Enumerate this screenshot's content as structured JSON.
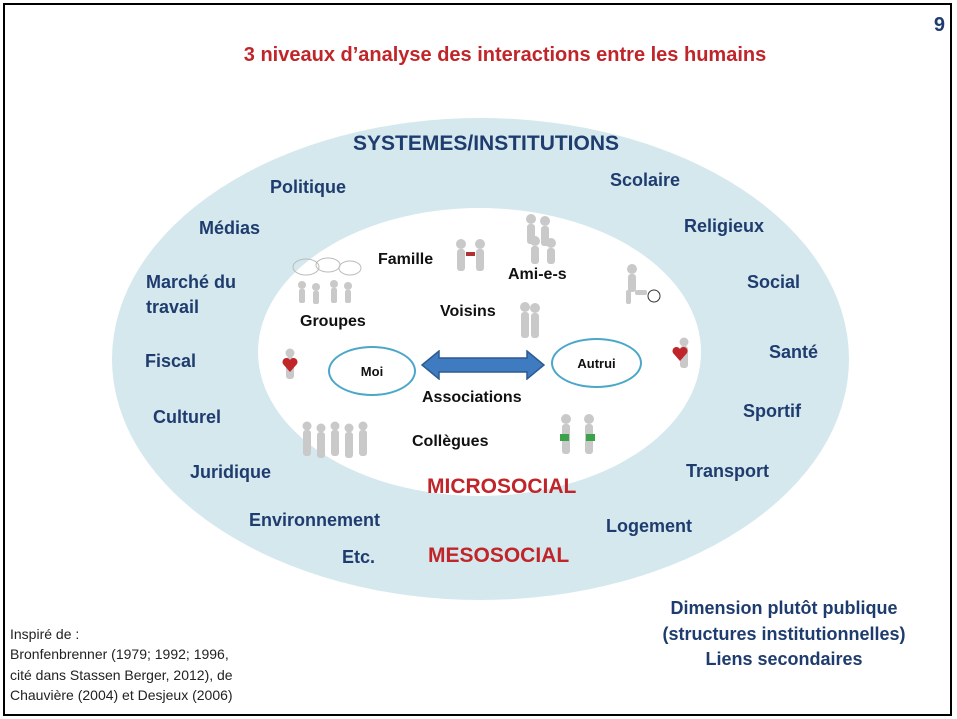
{
  "slide_number": "9",
  "title": "3 niveaux d’analyse des interactions entre les humains",
  "outer": {
    "heading": "SYSTEMES/INSTITUTIONS",
    "items": {
      "politique": "Politique",
      "medias": "Médias",
      "marche_line1": "Marché du",
      "marche_line2": "travail",
      "fiscal": "Fiscal",
      "culturel": "Culturel",
      "juridique": "Juridique",
      "environnement": "Environnement",
      "etc": "Etc.",
      "scolaire": "Scolaire",
      "religieux": "Religieux",
      "social": "Social",
      "sante": "Santé",
      "sportif": "Sportif",
      "transport": "Transport",
      "logement": "Logement"
    },
    "level_label": "MESOSOCIAL"
  },
  "inner": {
    "items": {
      "famille": "Famille",
      "amis": "Ami-e-s",
      "groupes": "Groupes",
      "voisins": "Voisins",
      "associations": "Associations",
      "collegues": "Collègues"
    },
    "moi": "Moi",
    "autrui": "Autrui",
    "level_label": "MICROSOCIAL"
  },
  "source_note": {
    "line1": "Inspiré de :",
    "line2": "Bronfenbrenner (1979; 1992; 1996,",
    "line3": "cité dans Stassen Berger, 2012), de",
    "line4": "Chauvière (2004) et Desjeux (2006)"
  },
  "dimension": {
    "line1": "Dimension plutôt publique",
    "line2": "(structures institutionnelles)",
    "line3": "Liens secondaires"
  },
  "colors": {
    "title_red": "#c0252a",
    "navy": "#1f3c6e",
    "ellipse_fill": "#d5e8ee",
    "node_border": "#4aa7c9",
    "arrow_fill": "#3f7bc0"
  }
}
